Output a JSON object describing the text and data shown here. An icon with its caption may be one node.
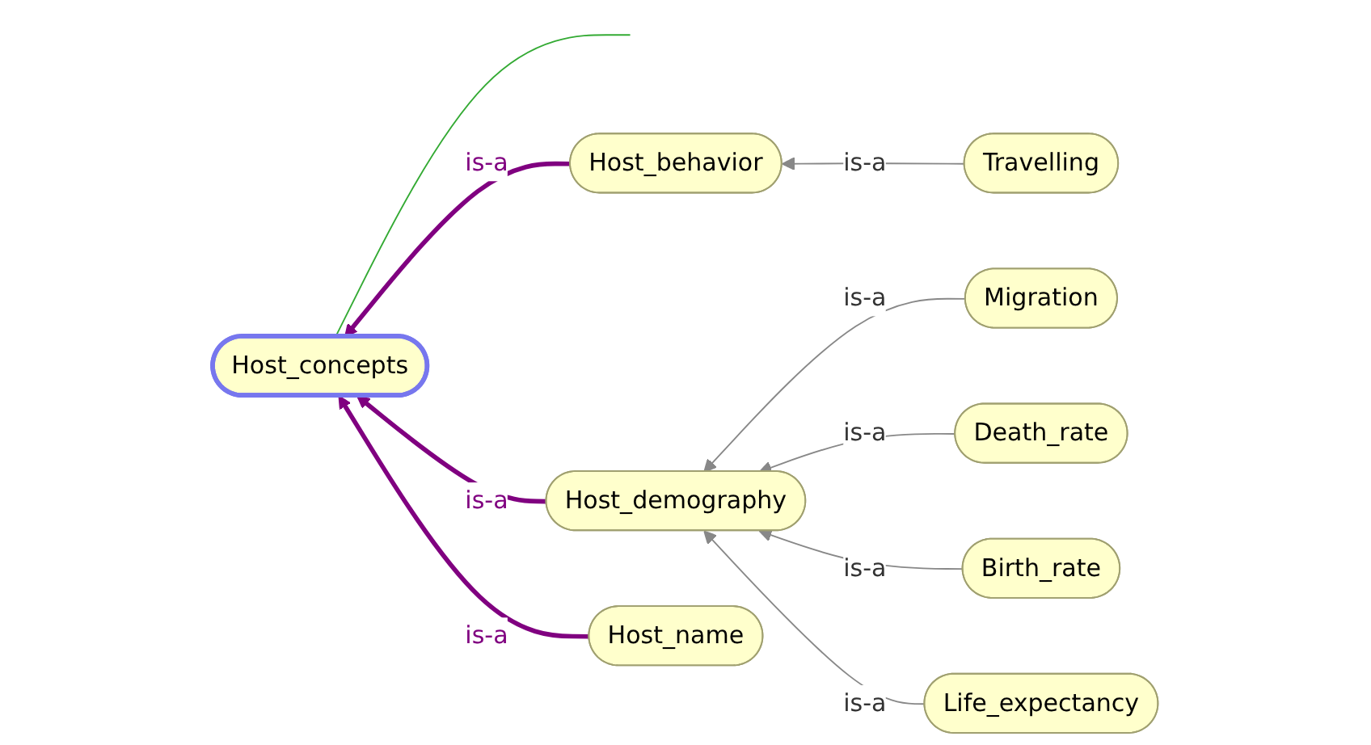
{
  "diagram": {
    "nodes": [
      {
        "text": [
          "Host_concepts"
        ]
      },
      {
        "text": [
          "Host_behavior"
        ]
      },
      {
        "text": [
          "Host_demography"
        ]
      },
      {
        "text": [
          "Host_name"
        ]
      },
      {
        "text": [
          "Travelling"
        ]
      },
      {
        "text": [
          "Migration"
        ]
      },
      {
        "text": [
          "Death_rate"
        ]
      },
      {
        "text": [
          "Birth_rate"
        ]
      },
      {
        "text": [
          "Life_expectancy"
        ]
      }
    ],
    "edges": [
      {
        "from": null,
        "to": 0,
        "arrow": "none",
        "color": "#33aa33"
      },
      {
        "from": 1,
        "to": 0,
        "arrow": "to",
        "label": "is-a",
        "style": "thick",
        "color": "#800080"
      },
      {
        "from": 2,
        "to": 0,
        "arrow": "to",
        "label": "is-a",
        "style": "thick",
        "color": "#800080"
      },
      {
        "from": 3,
        "to": 0,
        "arrow": "to",
        "label": "is-a",
        "style": "thick",
        "color": "#800080"
      },
      {
        "from": 4,
        "to": 1,
        "arrow": "to",
        "label": "is-a"
      },
      {
        "from": 5,
        "to": 2,
        "arrow": "to",
        "label": "is-a"
      },
      {
        "from": 6,
        "to": 2,
        "arrow": "to",
        "label": "is-a"
      },
      {
        "from": 7,
        "to": 2,
        "arrow": "to",
        "label": "is-a"
      },
      {
        "from": 8,
        "to": 2,
        "arrow": "to",
        "label": "is-a"
      }
    ]
  }
}
